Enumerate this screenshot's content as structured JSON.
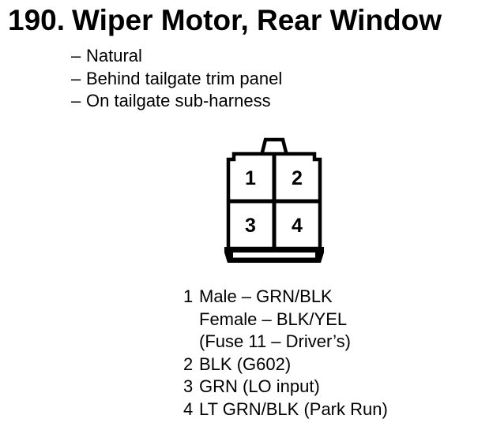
{
  "document": {
    "section_number": "190.",
    "section_title": "Wiper Motor, Rear Window",
    "bullet_char": "–",
    "notes": [
      "Natural",
      "Behind tailgate trim panel",
      "On tailgate sub-harness"
    ],
    "connector": {
      "pins": [
        "1",
        "2",
        "3",
        "4"
      ]
    },
    "legend": [
      {
        "pin": "1",
        "lines": [
          "Male – GRN/BLK",
          "Female – BLK/YEL",
          "(Fuse 11 – Driver’s)"
        ]
      },
      {
        "pin": "2",
        "lines": [
          "BLK (G602)"
        ]
      },
      {
        "pin": "3",
        "lines": [
          "GRN (LO input)"
        ]
      },
      {
        "pin": "4",
        "lines": [
          "LT GRN/BLK (Park Run)"
        ]
      }
    ],
    "colors": {
      "ink": "#000000",
      "paper": "#ffffff"
    }
  }
}
